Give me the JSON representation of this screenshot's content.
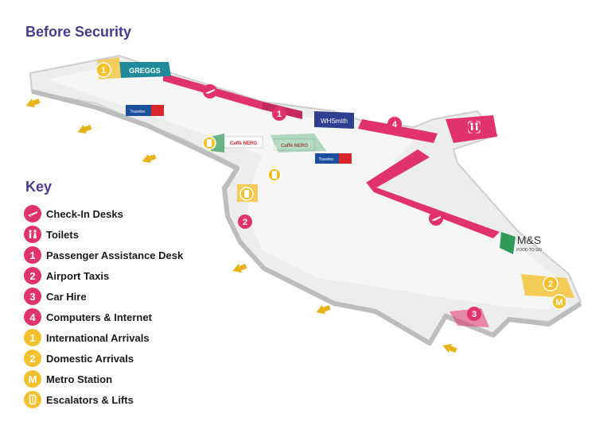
{
  "title": "Before Security",
  "key": {
    "title": "Key",
    "items": [
      {
        "label": "Check-In Desks",
        "icon": "plane-icon",
        "color": "#e0336e",
        "symbol": ""
      },
      {
        "label": "Toilets",
        "icon": "toilets-icon",
        "color": "#e0336e",
        "symbol": ""
      },
      {
        "label": "Passenger Assistance Desk",
        "icon": "number-icon",
        "color": "#e0336e",
        "symbol": "1"
      },
      {
        "label": "Airport Taxis",
        "icon": "number-icon",
        "color": "#e0336e",
        "symbol": "2"
      },
      {
        "label": "Car Hire",
        "icon": "number-icon",
        "color": "#e0336e",
        "symbol": "3"
      },
      {
        "label": "Computers & Internet",
        "icon": "number-icon",
        "color": "#e0336e",
        "symbol": "4"
      },
      {
        "label": "International Arrivals",
        "icon": "number-icon",
        "color": "#f3c02e",
        "symbol": "1"
      },
      {
        "label": "Domestic Arrivals",
        "icon": "number-icon",
        "color": "#f3c02e",
        "symbol": "2"
      },
      {
        "label": "Metro Station",
        "icon": "metro-icon",
        "color": "#f3c02e",
        "symbol": "M"
      },
      {
        "label": "Escalators & Lifts",
        "icon": "escalator-icon",
        "color": "#f3c02e",
        "symbol": ""
      }
    ]
  },
  "shops": {
    "greggs": "GREGGS",
    "whsmith": "WHSmith",
    "caffe_1": "Caffè NERO",
    "caffe_2": "Caffè NERO",
    "travelex_1": "Travelex",
    "travelex_2": "Travelex",
    "ms": "M&S",
    "ms_sub": "FOOD TO GO"
  },
  "map_markers": {
    "pink_1": "1",
    "pink_2": "2",
    "pink_3": "3",
    "pink_4": "4",
    "yellow_1": "1",
    "yellow_2": "2",
    "metro": "M"
  },
  "colors": {
    "heading": "#4a3a8c",
    "pink": "#e0336e",
    "yellow": "#f3c02e",
    "floor": "#ececec",
    "wall": "#cfcfcf",
    "greggs": "#1f8a9a",
    "whsmith": "#2e3f8f",
    "travelex": "#1c4f9c",
    "caffe": "#c9262c",
    "green": "#2f9a5a"
  }
}
